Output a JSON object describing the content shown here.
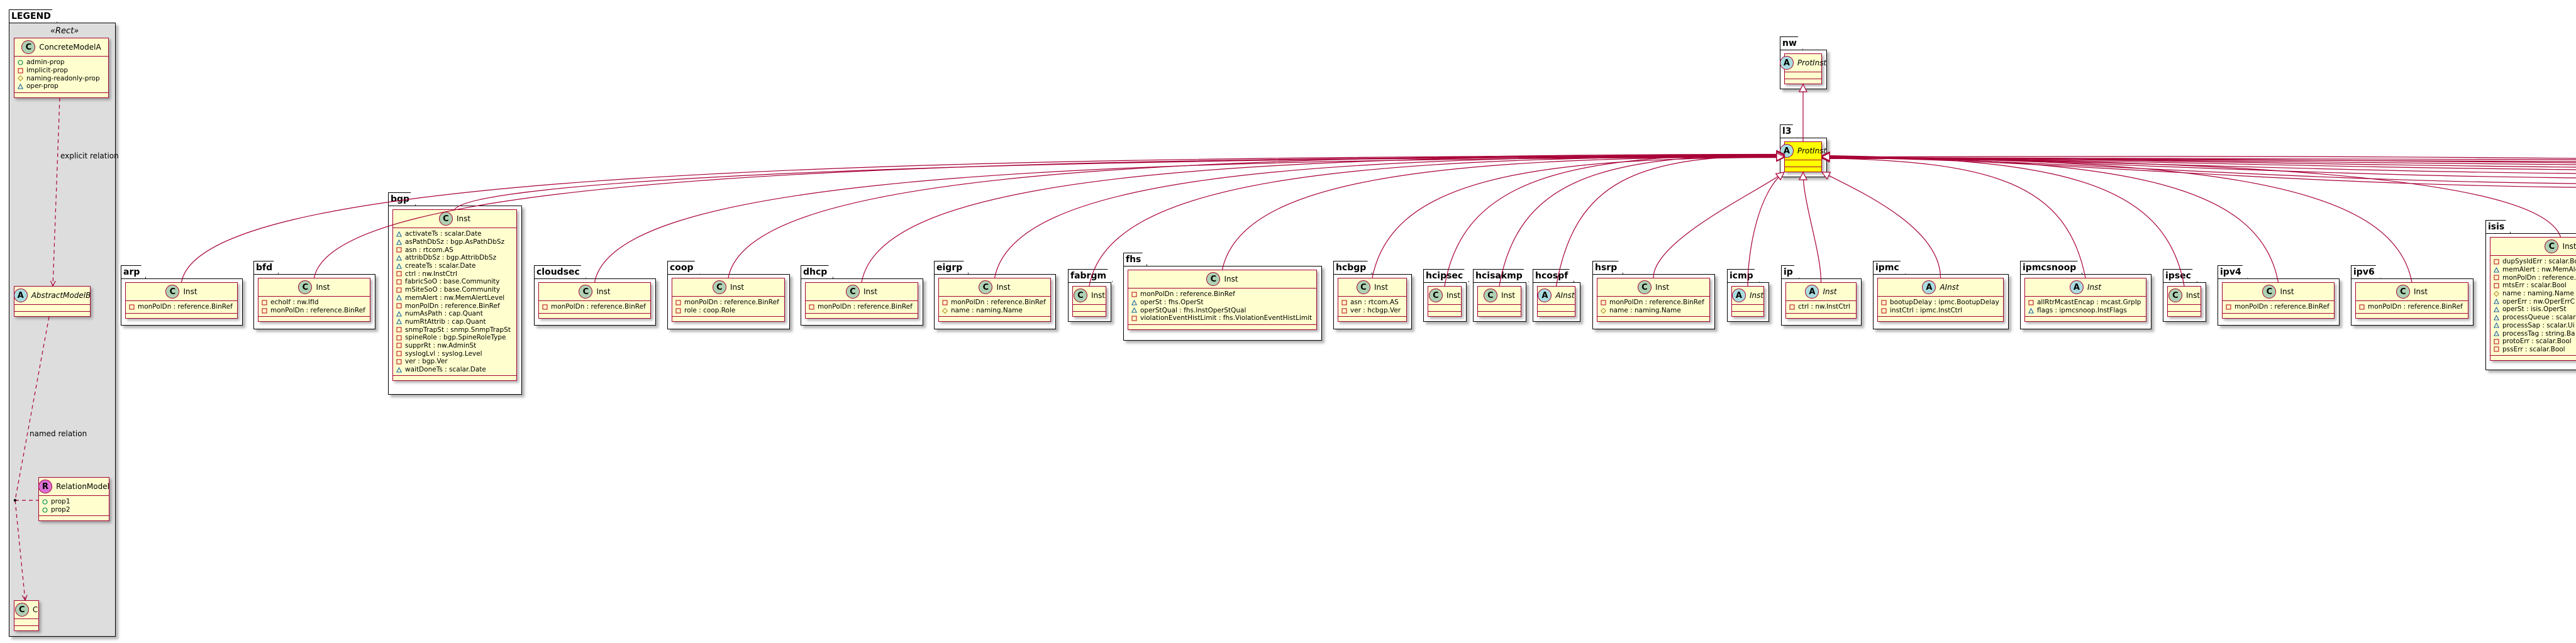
{
  "colors": {
    "class_border": "#A80036",
    "class_fill": "#FEFECE",
    "highlight_fill": "#FFFF00",
    "legend_fill": "#DDDDDD",
    "edge": "#A80036"
  },
  "legend": {
    "title": "LEGEND",
    "stereotype": "«Rect»",
    "relations": {
      "explicit": "explicit relation",
      "named": "named relation"
    },
    "classes": [
      {
        "name": "ConcreteModelA",
        "kind": "C",
        "abstract": false,
        "attrs": [
          {
            "vis": "public",
            "text": "admin-prop"
          },
          {
            "vis": "private",
            "text": "implicit-prop"
          },
          {
            "vis": "protected",
            "text": "naming-readonly-prop"
          },
          {
            "vis": "package",
            "text": "oper-prop"
          }
        ]
      },
      {
        "name": "AbstractModelB",
        "kind": "A",
        "abstract": true,
        "attrs": []
      },
      {
        "name": "RelationModel",
        "kind": "R",
        "abstract": false,
        "attrs": [
          {
            "vis": "public",
            "text": "prop1"
          },
          {
            "vis": "public",
            "text": "prop2"
          }
        ]
      },
      {
        "name": "C",
        "kind": "C",
        "abstract": false,
        "attrs": []
      }
    ]
  },
  "packages": [
    {
      "name": "nw",
      "class": {
        "name": "ProtInst",
        "kind": "A",
        "abstract": true,
        "attrs": []
      }
    },
    {
      "name": "l3",
      "class": {
        "name": "ProtInst",
        "kind": "A",
        "abstract": true,
        "highlight": true,
        "attrs": []
      }
    },
    {
      "name": "arp",
      "class": {
        "name": "Inst",
        "kind": "C",
        "abstract": false,
        "attrs": [
          {
            "vis": "private",
            "text": "monPolDn : reference.BinRef"
          }
        ]
      }
    },
    {
      "name": "bfd",
      "class": {
        "name": "Inst",
        "kind": "C",
        "abstract": false,
        "attrs": [
          {
            "vis": "private",
            "text": "echoIf : nw.IfId"
          },
          {
            "vis": "private",
            "text": "monPolDn : reference.BinRef"
          }
        ]
      }
    },
    {
      "name": "bgp",
      "class": {
        "name": "Inst",
        "kind": "C",
        "abstract": false,
        "attrs": [
          {
            "vis": "package",
            "text": "activateTs : scalar.Date"
          },
          {
            "vis": "package",
            "text": "asPathDbSz : bgp.AsPathDbSz"
          },
          {
            "vis": "private",
            "text": "asn : rtcom.AS"
          },
          {
            "vis": "package",
            "text": "attribDbSz : bgp.AttribDbSz"
          },
          {
            "vis": "package",
            "text": "createTs : scalar.Date"
          },
          {
            "vis": "private",
            "text": "ctrl : nw.InstCtrl"
          },
          {
            "vis": "private",
            "text": "fabricSoO : base.Community"
          },
          {
            "vis": "private",
            "text": "mSiteSoO : base.Community"
          },
          {
            "vis": "package",
            "text": "memAlert : nw.MemAlertLevel"
          },
          {
            "vis": "private",
            "text": "monPolDn : reference.BinRef"
          },
          {
            "vis": "package",
            "text": "numAsPath : cap.Quant"
          },
          {
            "vis": "package",
            "text": "numRtAttrib : cap.Quant"
          },
          {
            "vis": "private",
            "text": "snmpTrapSt : snmp.SnmpTrapSt"
          },
          {
            "vis": "private",
            "text": "spineRole : bgp.SpineRoleType"
          },
          {
            "vis": "private",
            "text": "supprRt : nw.AdminSt"
          },
          {
            "vis": "private",
            "text": "syslogLvl : syslog.Level"
          },
          {
            "vis": "private",
            "text": "ver : bgp.Ver"
          },
          {
            "vis": "package",
            "text": "waitDoneTs : scalar.Date"
          }
        ]
      }
    },
    {
      "name": "cloudsec",
      "class": {
        "name": "Inst",
        "kind": "C",
        "abstract": false,
        "attrs": [
          {
            "vis": "private",
            "text": "monPolDn : reference.BinRef"
          }
        ]
      }
    },
    {
      "name": "coop",
      "class": {
        "name": "Inst",
        "kind": "C",
        "abstract": false,
        "attrs": [
          {
            "vis": "private",
            "text": "monPolDn : reference.BinRef"
          },
          {
            "vis": "private",
            "text": "role : coop.Role"
          }
        ]
      }
    },
    {
      "name": "dhcp",
      "class": {
        "name": "Inst",
        "kind": "C",
        "abstract": false,
        "attrs": [
          {
            "vis": "private",
            "text": "monPolDn : reference.BinRef"
          }
        ]
      }
    },
    {
      "name": "eigrp",
      "class": {
        "name": "Inst",
        "kind": "C",
        "abstract": false,
        "attrs": [
          {
            "vis": "private",
            "text": "monPolDn : reference.BinRef"
          },
          {
            "vis": "protected",
            "text": "name : naming.Name"
          }
        ]
      }
    },
    {
      "name": "fabrgm",
      "class": {
        "name": "Inst",
        "kind": "C",
        "abstract": false,
        "attrs": []
      }
    },
    {
      "name": "fhs",
      "class": {
        "name": "Inst",
        "kind": "C",
        "abstract": false,
        "attrs": [
          {
            "vis": "private",
            "text": "monPolDn : reference.BinRef"
          },
          {
            "vis": "package",
            "text": "operSt : fhs.OperSt"
          },
          {
            "vis": "package",
            "text": "operStQual : fhs.InstOperStQual"
          },
          {
            "vis": "private",
            "text": "violationEventHistLimit : fhs.ViolationEventHistLimit"
          }
        ]
      }
    },
    {
      "name": "hcbgp",
      "class": {
        "name": "Inst",
        "kind": "C",
        "abstract": false,
        "attrs": [
          {
            "vis": "private",
            "text": "asn : rtcom.AS"
          },
          {
            "vis": "private",
            "text": "ver : hcbgp.Ver"
          }
        ]
      }
    },
    {
      "name": "hcipsec",
      "class": {
        "name": "Inst",
        "kind": "C",
        "abstract": false,
        "attrs": []
      }
    },
    {
      "name": "hcisakmp",
      "class": {
        "name": "Inst",
        "kind": "C",
        "abstract": false,
        "attrs": []
      }
    },
    {
      "name": "hcospf",
      "class": {
        "name": "AInst",
        "kind": "A",
        "abstract": true,
        "attrs": []
      }
    },
    {
      "name": "hsrp",
      "class": {
        "name": "Inst",
        "kind": "C",
        "abstract": false,
        "attrs": [
          {
            "vis": "private",
            "text": "monPolDn : reference.BinRef"
          },
          {
            "vis": "protected",
            "text": "name : naming.Name"
          }
        ]
      }
    },
    {
      "name": "icmp",
      "class": {
        "name": "Inst",
        "kind": "A",
        "abstract": true,
        "attrs": []
      }
    },
    {
      "name": "ip",
      "class": {
        "name": "Inst",
        "kind": "A",
        "abstract": true,
        "attrs": [
          {
            "vis": "private",
            "text": "ctrl : nw.InstCtrl"
          }
        ]
      }
    },
    {
      "name": "ipmc",
      "class": {
        "name": "AInst",
        "kind": "A",
        "abstract": true,
        "attrs": [
          {
            "vis": "private",
            "text": "bootupDelay : ipmc.BootupDelay"
          },
          {
            "vis": "private",
            "text": "instCtrl : ipmc.InstCtrl"
          }
        ]
      }
    },
    {
      "name": "ipmcsnoop",
      "class": {
        "name": "Inst",
        "kind": "A",
        "abstract": true,
        "attrs": [
          {
            "vis": "private",
            "text": "allRtrMcastEncap : mcast.GrpIp"
          },
          {
            "vis": "package",
            "text": "flags : ipmcsnoop.InstFlags"
          }
        ]
      }
    },
    {
      "name": "ipsec",
      "class": {
        "name": "Inst",
        "kind": "C",
        "abstract": false,
        "attrs": []
      }
    },
    {
      "name": "ipv4",
      "class": {
        "name": "Inst",
        "kind": "C",
        "abstract": false,
        "attrs": [
          {
            "vis": "private",
            "text": "monPolDn : reference.BinRef"
          }
        ]
      }
    },
    {
      "name": "ipv6",
      "class": {
        "name": "Inst",
        "kind": "C",
        "abstract": false,
        "attrs": [
          {
            "vis": "private",
            "text": "monPolDn : reference.BinRef"
          }
        ]
      }
    },
    {
      "name": "isis",
      "class": {
        "name": "Inst",
        "kind": "C",
        "abstract": false,
        "attrs": [
          {
            "vis": "private",
            "text": "dupSysIdErr : scalar.Bool"
          },
          {
            "vis": "package",
            "text": "memAlert : nw.MemAlertLevel"
          },
          {
            "vis": "private",
            "text": "monPolDn : reference.BinRef"
          },
          {
            "vis": "private",
            "text": "mtsErr : scalar.Bool"
          },
          {
            "vis": "protected",
            "text": "name : naming.Name"
          },
          {
            "vis": "package",
            "text": "operErr : nw.OperErrC"
          },
          {
            "vis": "package",
            "text": "operSt : isis.OperSt"
          },
          {
            "vis": "package",
            "text": "processQueue : scalar"
          },
          {
            "vis": "package",
            "text": "processSap : scalar.Ui"
          },
          {
            "vis": "package",
            "text": "processTag : string.Ba"
          },
          {
            "vis": "private",
            "text": "protoErr : scalar.Bool"
          },
          {
            "vis": "private",
            "text": "pssErr : scalar.Bool"
          }
        ]
      }
    }
  ]
}
